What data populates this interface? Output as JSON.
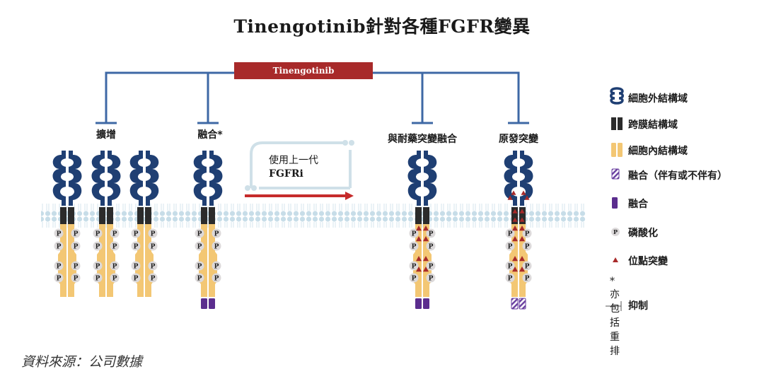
{
  "title": "Tinengotinib針對各種FGFR變異",
  "drug": {
    "name": "Tinengotinib",
    "color": "#a82a2a"
  },
  "inhibition_color": "#3e68a5",
  "groups": [
    {
      "label": "擴增",
      "receptors": [
        {
          "ecd_mutation": false,
          "site_mutations": false,
          "fusion": "none"
        },
        {
          "ecd_mutation": false,
          "site_mutations": false,
          "fusion": "none"
        },
        {
          "ecd_mutation": false,
          "site_mutations": false,
          "fusion": "none"
        }
      ]
    },
    {
      "label": "融合*",
      "receptors": [
        {
          "ecd_mutation": false,
          "site_mutations": false,
          "fusion": "solid"
        }
      ]
    },
    {
      "label": "與耐藥突變融合",
      "receptors": [
        {
          "ecd_mutation": false,
          "site_mutations": true,
          "fusion": "solid"
        }
      ]
    },
    {
      "label": "原發突變",
      "receptors": [
        {
          "ecd_mutation": true,
          "site_mutations": true,
          "fusion": "striped"
        }
      ]
    }
  ],
  "prior_treatment": {
    "line1": "使用上一代",
    "line2": "FGFRi"
  },
  "legend": {
    "items": [
      {
        "icon": "extracellular-domain-icon",
        "label": "細胞外結構域",
        "color": "#1f3f73"
      },
      {
        "icon": "transmembrane-domain-icon",
        "label": "跨膜結構域",
        "color": "#2b2b2b"
      },
      {
        "icon": "intracellular-domain-icon",
        "label": "細胞內結構域",
        "color": "#f3c774"
      },
      {
        "icon": "fusion-striped-icon",
        "label": "融合（伴有或不伴有）",
        "color": "#6a3fa0"
      },
      {
        "icon": "fusion-solid-icon",
        "label": "融合",
        "color": "#5b2d8e"
      },
      {
        "icon": "phosphorylation-icon",
        "label": "磷酸化",
        "glyph": "P"
      },
      {
        "icon": "point-mutation-icon",
        "label": "位點突變",
        "color": "#a82a2a"
      }
    ],
    "note": "*亦包括重排",
    "inhibit": {
      "icon": "inhibition-icon",
      "label": "抑制"
    }
  },
  "source": "資料來源：公司數據"
}
